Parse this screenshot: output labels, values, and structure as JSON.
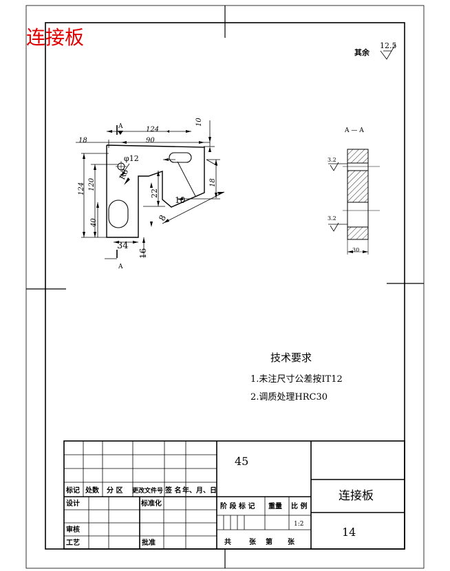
{
  "drawing": {
    "title_red": "连接板",
    "roughness_note": {
      "prefix": "其余",
      "value": "12.5"
    },
    "section_label": "A — A",
    "section_marker": "A",
    "dimensions": {
      "d124_top": "124",
      "d90": "90",
      "d18": "18",
      "d10_top": "10",
      "dia12": "φ12",
      "r8": "R8",
      "d124_left": "124",
      "d120": "120",
      "d40": "40",
      "d22": "22",
      "d10_mid": "10",
      "d18_slant": "18",
      "d8": "8",
      "d34": "34",
      "d16": "16",
      "d30": "30"
    },
    "section_roughness": [
      "3.2",
      "3.2"
    ],
    "tech_requirements": {
      "heading": "技术要求",
      "items": [
        "1.未注尺寸公差按IT12",
        "2.调质处理HRC30"
      ]
    }
  },
  "title_block": {
    "material": "45",
    "part_name": "连接板",
    "drawing_no": "14",
    "scale": "1:2",
    "labels": {
      "mark": "标记",
      "count": "处数",
      "zone": "分 区",
      "change_doc": "更改文件号",
      "sign": "签 名",
      "date": "年、月、日",
      "design": "设计",
      "standardize": "标准化",
      "review": "审核",
      "process": "工艺",
      "approve": "批准",
      "stage_mark": "阶 段 标 记",
      "weight": "重量",
      "ratio": "比 例",
      "total": "共",
      "sheets": "张",
      "no": "第",
      "sheet": "张"
    }
  }
}
